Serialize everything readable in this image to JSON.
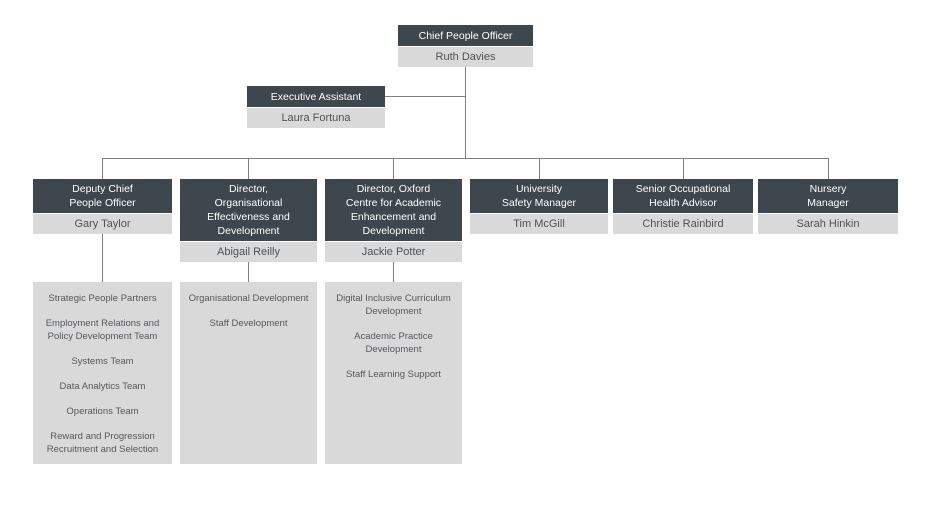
{
  "org_chart": {
    "root": {
      "title": "Chief People Officer",
      "name": "Ruth Davies"
    },
    "assistant": {
      "title": "Executive Assistant",
      "name": "Laura Fortuna"
    },
    "managers": [
      {
        "title": "Deputy Chief\nPeople Officer",
        "name": "Gary Taylor"
      },
      {
        "title": "Director,\nOrganisational\nEffectiveness and\nDevelopment",
        "name": "Abigail Reilly"
      },
      {
        "title": "Director, Oxford\nCentre for Academic\nEnhancement and\nDevelopment",
        "name": "Jackie Potter"
      },
      {
        "title": "University\nSafety Manager",
        "name": "Tim McGill"
      },
      {
        "title": "Senior Occupational\nHealth Advisor",
        "name": "Christie Rainbird"
      },
      {
        "title": "Nursery\nManager",
        "name": "Sarah Hinkin"
      }
    ],
    "teams": [
      {
        "items": [
          "Strategic People Partners",
          "Employment Relations and\nPolicy Development Team",
          "Systems Team",
          "Data Analytics Team",
          "Operations Team",
          "Reward and Progression\nRecruitment and Selection"
        ]
      },
      {
        "items": [
          "Organisational Development",
          "Staff Development"
        ]
      },
      {
        "items": [
          "Digital Inclusive Curriculum\nDevelopment",
          "Academic Practice\nDevelopment",
          "Staff Learning Support"
        ]
      }
    ],
    "colors": {
      "header_bg": "#3e464e",
      "row_bg": "#d9d9da",
      "header_text": "#ffffff",
      "body_text": "#55585b",
      "line": "#808080"
    }
  }
}
